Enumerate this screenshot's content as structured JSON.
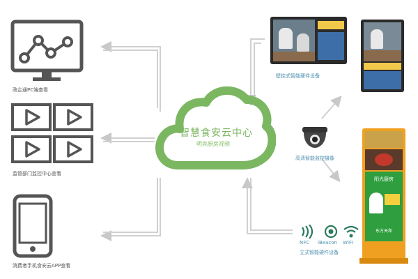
{
  "left": {
    "pc_label": "政企通PC端查看",
    "monitor_label": "监管部门监控中心查看",
    "mobile_label": "消费者手机食安云APP查看"
  },
  "center": {
    "title": "智慧食安云中心",
    "subtitle": "明亮厨房视频"
  },
  "right": {
    "wall_device_label": "壁挂式智能硬件设备",
    "camera_label": "高清智能监控摄像",
    "stand_device_label": "立式智能硬件设备",
    "nfc_label": "NFC",
    "ibeacon_label": "iBeacon",
    "wifi_label": "WIFI",
    "stand_brand": "东方天和",
    "stand_banner": "阳光厨房"
  },
  "colors": {
    "accent": "#7bb661",
    "icon_gray": "#555555",
    "arrow_gray": "#cfcfcf",
    "kiosk_orange": "#f0a020"
  }
}
